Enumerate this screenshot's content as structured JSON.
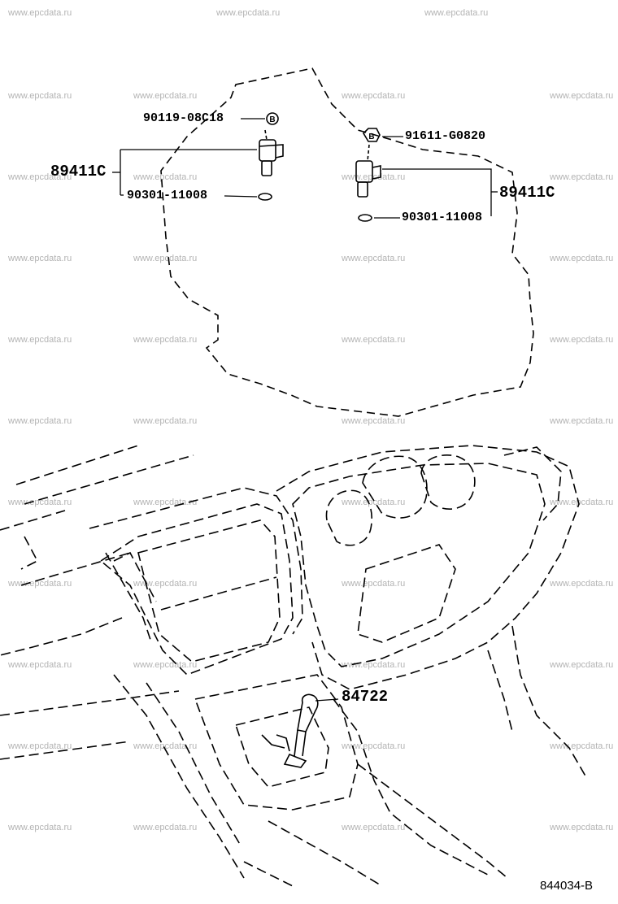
{
  "watermark": "www.epcdata.ru",
  "labels": {
    "bolt_upper": "90119-08C18",
    "sensor_left": "89411C",
    "oring_left": "90301-11008",
    "bolt_right": "91611-G0820",
    "sensor_right": "89411C",
    "oring_right": "90301-11008",
    "knob": "84722",
    "diagram_code": "844034-B"
  },
  "markers": {
    "bolt_symbol": "B"
  }
}
